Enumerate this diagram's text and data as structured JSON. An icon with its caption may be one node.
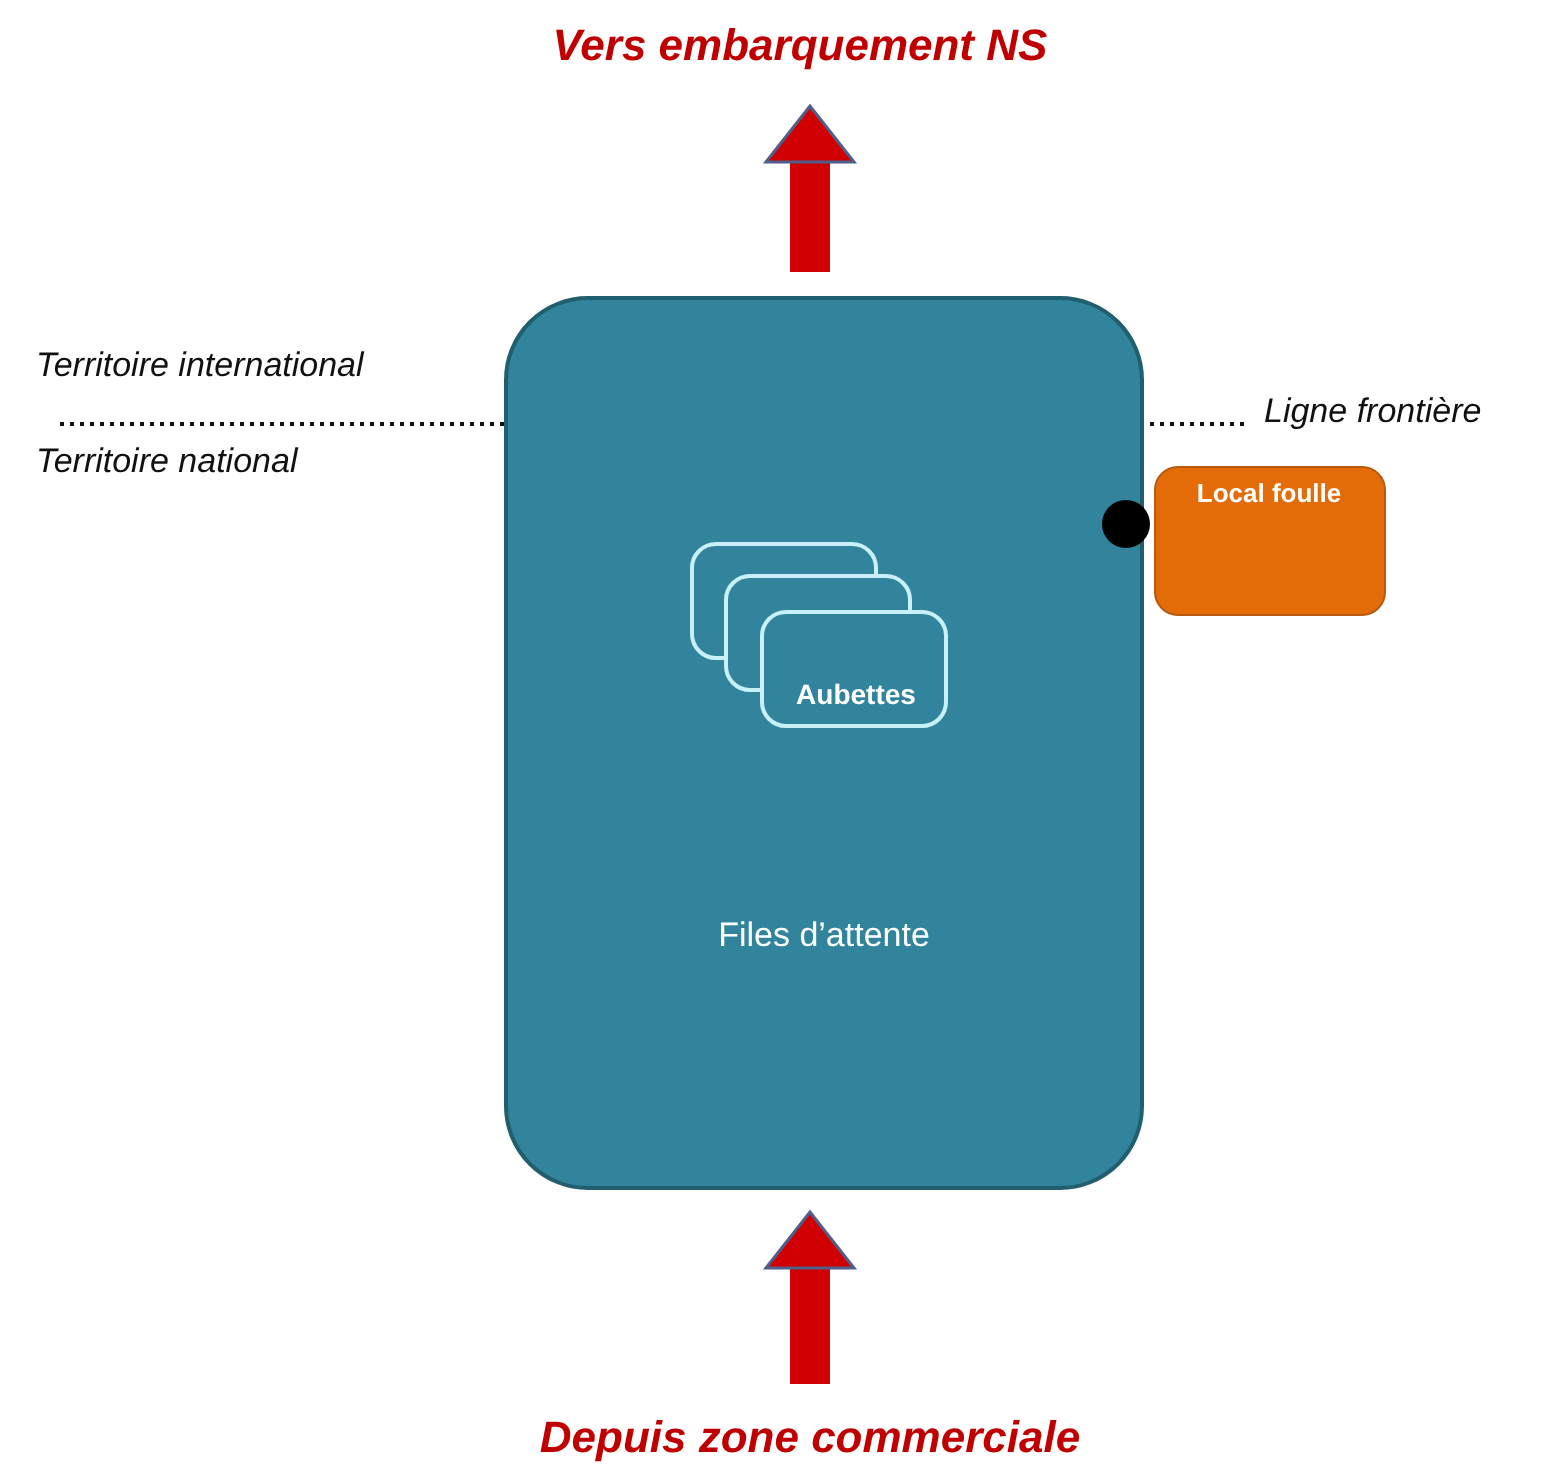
{
  "diagram": {
    "nodes": [
      {
        "text": [
          "Vers embarquement NS"
        ]
      },
      {
        "text": [
          "Files d’attente"
        ]
      },
      {
        "text": [
          "Aubettes"
        ],
        "in": 1
      },
      {
        "text": [],
        "shape": "circle"
      },
      {
        "text": [
          "Local foulle"
        ]
      },
      {
        "text": [
          "Depuis zone commerciale"
        ]
      }
    ],
    "edges": [
      {
        "from": 1,
        "to": 0,
        "arrow": "to"
      },
      {
        "from": 5,
        "to": 1,
        "arrow": "to"
      }
    ],
    "labels": [
      "Territoire international",
      "Ligne frontière",
      "Territoire national"
    ]
  }
}
